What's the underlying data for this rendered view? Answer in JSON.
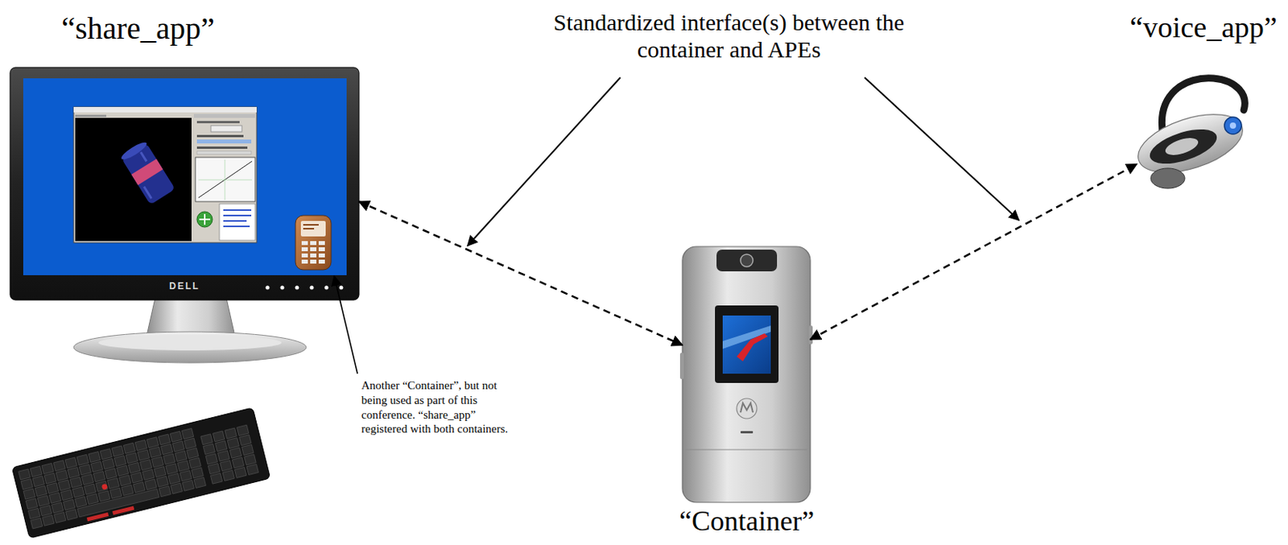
{
  "diagram": {
    "nodes": [
      {
        "text": [
          "“share_app”"
        ]
      },
      {
        "text": [
          "“voice_app”"
        ]
      },
      {
        "text": [
          "“Container”"
        ]
      }
    ],
    "edges": [
      {
        "from": 0,
        "to": 2,
        "arrow": "both"
      },
      {
        "from": 2,
        "to": 1,
        "arrow": "both"
      }
    ],
    "labels": [
      "Standardized interface(s) between the container and APEs",
      "Another “Container”, but not being used as part of this conference. “share_app” registered with both containers.",
      "DELL"
    ]
  }
}
